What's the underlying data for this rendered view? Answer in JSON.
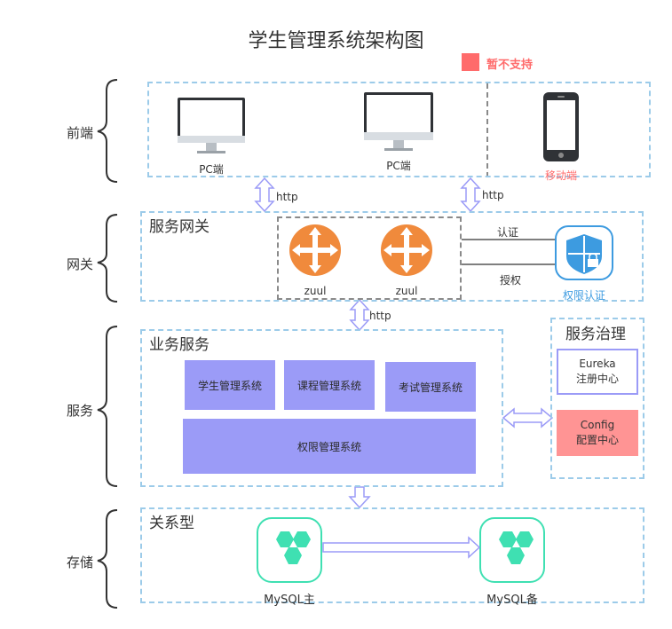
{
  "title": "学生管理系统架构图",
  "legend": {
    "label": "暂不支持",
    "color": "#ff6b6b"
  },
  "layers": {
    "frontend": "前端",
    "gateway": "网关",
    "service": "服务",
    "storage": "存储"
  },
  "frontend": {
    "pc1": "PC端",
    "pc2": "PC端",
    "mobile": "移动端"
  },
  "http_labels": {
    "left": "http",
    "right": "http",
    "middle": "http"
  },
  "gateway": {
    "title": "服务网关",
    "zuul1": "zuul",
    "zuul2": "zuul",
    "auth_label": "认证",
    "grant_label": "授权",
    "auth_service": "权限认证"
  },
  "business": {
    "title": "业务服务",
    "services": [
      "学生管理系统",
      "课程管理系统",
      "考试管理系统",
      "权限管理系统"
    ]
  },
  "governance": {
    "title": "服务治理",
    "eureka_line1": "Eureka",
    "eureka_line2": "注册中心",
    "config_line1": "Config",
    "config_line2": "配置中心"
  },
  "storage": {
    "title": "关系型",
    "master": "MySQL主",
    "slave": "MySQL备"
  },
  "colors": {
    "dashed_border": "#9ccbe9",
    "service_fill": "#9b9bf7",
    "arrow": "#9b9bf7",
    "zuul_orange": "#f08a3c",
    "shield_blue": "#3d9be0",
    "mysql_green": "#3fe0b2",
    "unsupported_red": "#ff6b6b",
    "config_fill": "#ff9494"
  }
}
